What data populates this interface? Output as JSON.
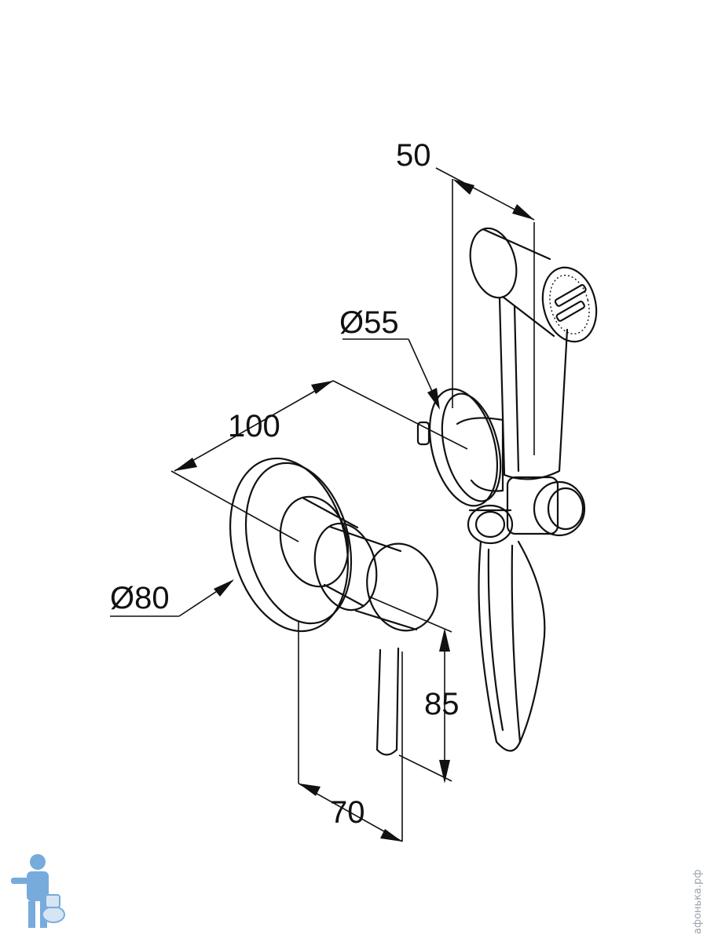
{
  "dimensions": {
    "width_50": "50",
    "diameter_55": "Ø55",
    "length_100": "100",
    "diameter_80": "Ø80",
    "height_85": "85",
    "depth_70": "70"
  },
  "watermark": {
    "text": "афонька.рф",
    "logo_icon": "plumber-mascot-icon"
  },
  "colors": {
    "line": "#111111",
    "background": "#ffffff",
    "mascot": "#4a8fd1"
  }
}
